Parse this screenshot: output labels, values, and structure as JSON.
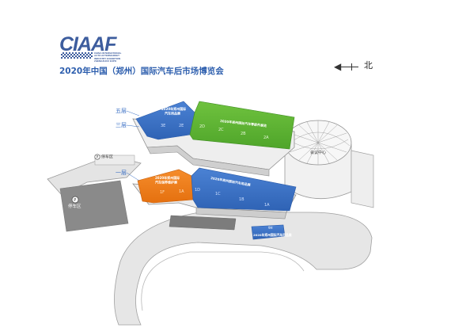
{
  "header": {
    "logo_text": "CIAAF",
    "logo_subtext": "CHINA INTERNATIONAL\nAUTO AFTERMARKET\nINDUSTRY EXHIBITION\nZHENGZHOU EXPO",
    "title": "2020年中国（郑州）国际汽车后市场博览会"
  },
  "compass": {
    "label": "北"
  },
  "map": {
    "floor_labels": {
      "floor5": "五层",
      "floor3": "三层",
      "floor1": "一层"
    },
    "places": {
      "parking_small": "停车区",
      "parking_big": "停车区",
      "convention_center": "会议中心"
    },
    "upper_left_block": {
      "name_line1": "2020年郑州国际",
      "name_line2": "汽车用品展",
      "halls": [
        "3E",
        "2E"
      ],
      "color": "#3a6fc4"
    },
    "upper_right_block": {
      "name": "2020年郑州国际汽车零部件展览",
      "halls": [
        "2D",
        "2C",
        "2B",
        "2A"
      ],
      "color": "#5fb533"
    },
    "lower_left_block": {
      "name_line1": "2020年郑州国际",
      "name_line2": "汽车保养维护展",
      "halls": [
        "1F",
        "1A"
      ],
      "color": "#ef7d1a"
    },
    "lower_right_block": {
      "name": "2020年郑州国际汽车用品展",
      "halls": [
        "1D",
        "1C",
        "1B",
        "1A"
      ],
      "color": "#3a6fc4"
    },
    "small_block": {
      "name": "2020年郑州国际汽车用品展",
      "hall": "9H",
      "color": "#3a6fc4"
    }
  }
}
